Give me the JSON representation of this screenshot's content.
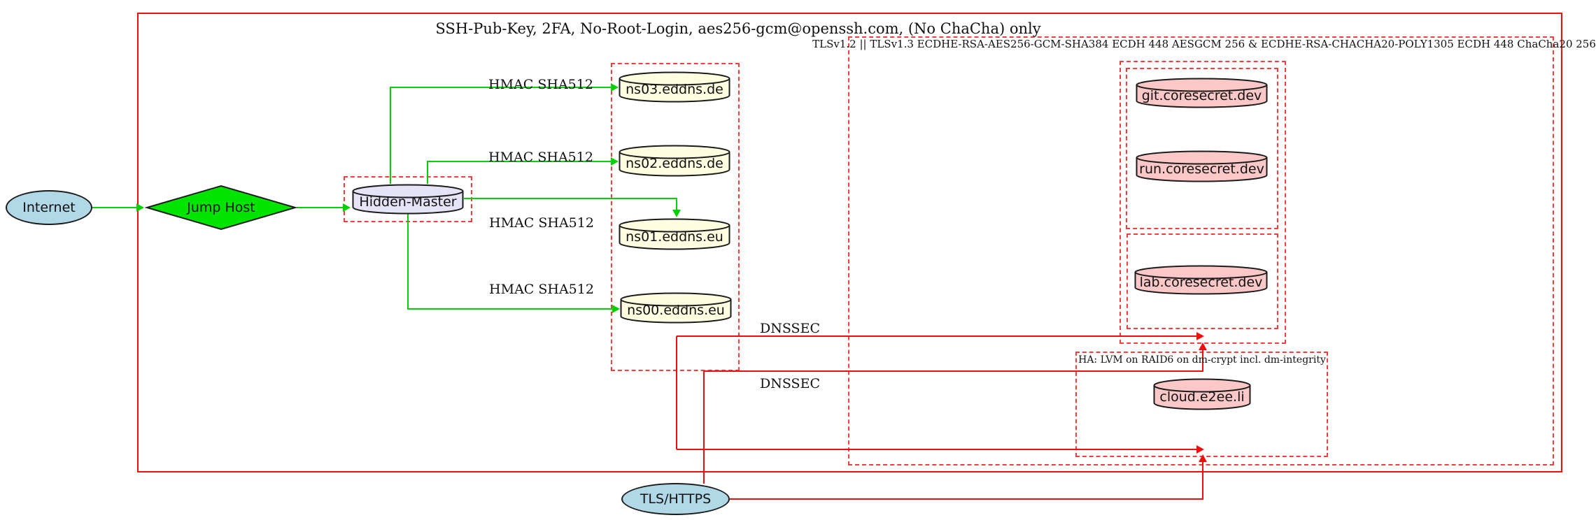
{
  "frames": {
    "ssh": {
      "label": "SSH-Pub-Key, 2FA, No-Root-Login, aes256-gcm@openssh.com, (No ChaCha) only"
    },
    "tls": {
      "label": "TLSv1.2 || TLSv1.3 ECDHE-RSA-AES256-GCM-SHA384 ECDH 448 AESGCM 256 & ECDHE-RSA-CHACHA20-POLY1305 ECDH 448 ChaCha20 256"
    },
    "ha": {
      "label": "HA: LVM on RAID6 on dm-crypt incl. dm-integrity"
    }
  },
  "nodes": {
    "internet": {
      "label": "Internet",
      "shape": "ellipse",
      "fill": "#b0d8e6"
    },
    "jump_host": {
      "label": "Jump Host",
      "shape": "diamond",
      "fill": "#00e400"
    },
    "hidden_master": {
      "label": "Hidden-Master",
      "shape": "cylinder",
      "fill": "#e4e4f6"
    },
    "ns03": {
      "label": "ns03.eddns.de",
      "shape": "cylinder",
      "fill": "#fffee1"
    },
    "ns02": {
      "label": "ns02.eddns.de",
      "shape": "cylinder",
      "fill": "#fffee1"
    },
    "ns01": {
      "label": "ns01.eddns.eu",
      "shape": "cylinder",
      "fill": "#fffee1"
    },
    "ns00": {
      "label": "ns00.eddns.eu",
      "shape": "cylinder",
      "fill": "#fffee1"
    },
    "git": {
      "label": "git.coresecret.dev",
      "shape": "cylinder",
      "fill": "#fbc7c7"
    },
    "run": {
      "label": "run.coresecret.dev",
      "shape": "cylinder",
      "fill": "#fbc7c7"
    },
    "lab": {
      "label": "lab.coresecret.dev",
      "shape": "cylinder",
      "fill": "#fbc7c7"
    },
    "cloud": {
      "label": "cloud.e2ee.li",
      "shape": "cylinder",
      "fill": "#fbc7c7"
    },
    "tls_https": {
      "label": "TLS/HTTPS",
      "shape": "ellipse",
      "fill": "#b0d8e6"
    }
  },
  "edge_labels": {
    "hmac_ns03": "HMAC SHA512",
    "hmac_ns02": "HMAC SHA512",
    "hmac_ns01": "HMAC SHA512",
    "hmac_ns00": "HMAC SHA512",
    "dnssec_1": "DNSSEC",
    "dnssec_2": "DNSSEC"
  },
  "colors": {
    "edge_green": "#00cf00",
    "edge_red": "#f20d0d",
    "box_red_dashed": "#f4403c",
    "node_border": "#1b1b1b",
    "fill_lightblue": "#b0d8e6",
    "fill_green": "#00e400",
    "fill_lavender": "#e4e4f6",
    "fill_lightyellow": "#fffee1",
    "fill_pink": "#fbc7c7"
  }
}
